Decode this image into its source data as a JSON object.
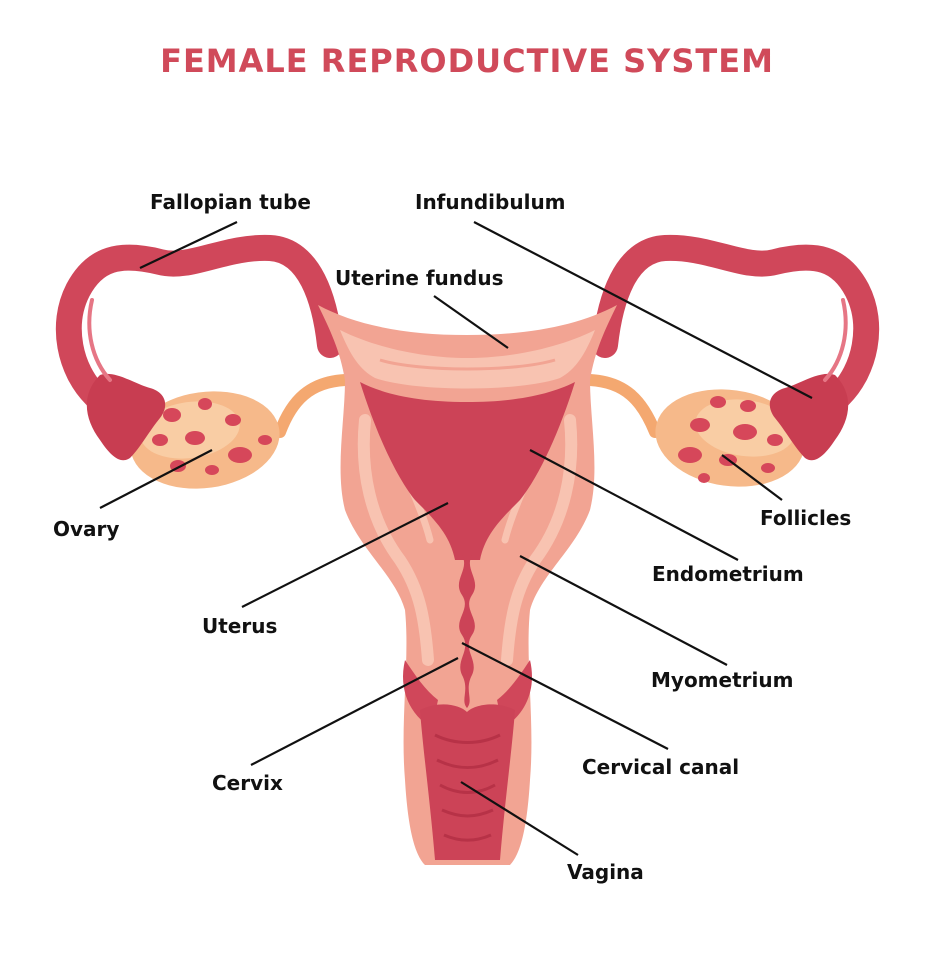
{
  "title": "FEMALE REPRODUCTIVE SYSTEM",
  "colors": {
    "title": "#d04a5a",
    "tube": "#d0475a",
    "uterus_wall": "#f2a493",
    "uterus_light": "#f8c3b1",
    "endometrium": "#cc4357",
    "ovary": "#f6b98a",
    "follicle": "#d6475a"
  },
  "labels": {
    "fallopian_tube": "Fallopian tube",
    "infundibulum": "Infundibulum",
    "uterine_fundus": "Uterine fundus",
    "ovary": "Ovary",
    "follicles": "Follicles",
    "endometrium": "Endometrium",
    "uterus": "Uterus",
    "myometrium": "Myometrium",
    "cervix": "Cervix",
    "cervical_canal": "Cervical canal",
    "vagina": "Vagina"
  }
}
